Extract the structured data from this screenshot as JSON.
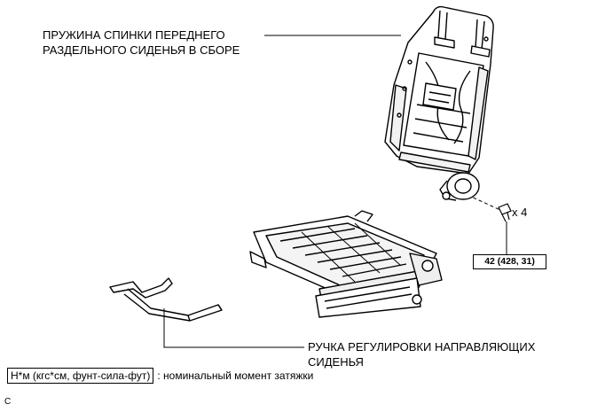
{
  "labels": {
    "seatback_spring_line1": "ПРУЖИНА СПИНКИ ПЕРЕДНЕГО",
    "seatback_spring_line2": "РАЗДЕЛЬНОГО СИДЕНЬЯ В СБОРЕ",
    "rail_handle_line1": "РУЧКА РЕГУЛИРОВКИ НАПРАВЛЯЮЩИХ",
    "rail_handle_line2": "СИДЕНЬЯ"
  },
  "fastener": {
    "quantity": "x 4",
    "torque": "42 (428, 31)"
  },
  "legend": {
    "units": "Н*м (кгс*см, фунт-сила-фут)",
    "description": ": номинальный момент затяжки"
  },
  "figure_code": "C"
}
